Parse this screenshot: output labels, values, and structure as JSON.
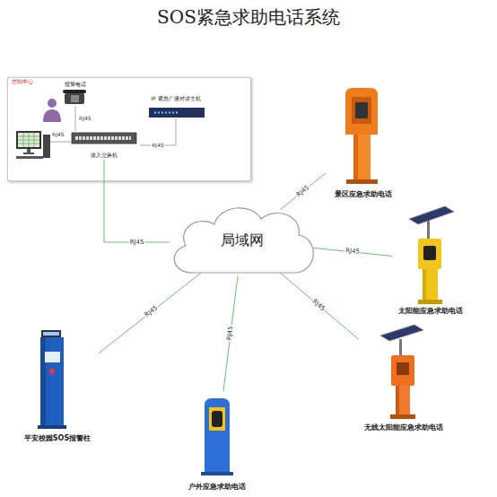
{
  "diagram": {
    "title": "SOS紧急求助电话系统",
    "nodes": [
      {
        "text": [
          "控制中心"
        ]
      },
      {
        "text": [
          "报警电话"
        ],
        "in": 0
      },
      {
        "text": [
          "IP 紧急广播对讲主机"
        ],
        "in": 0
      },
      {
        "text": [
          "接入交换机"
        ],
        "in": 0
      },
      {
        "text": [
          "局域网"
        ]
      },
      {
        "text": [
          "景区应急求助电话"
        ]
      },
      {
        "text": [
          "太阳能应急求助电话"
        ]
      },
      {
        "text": [
          "无线太阳能应急求助电话"
        ]
      },
      {
        "text": [
          "户外应急求助电话"
        ]
      },
      {
        "text": [
          "平安校园SOS报警柱"
        ]
      }
    ],
    "edges": [
      {
        "from": 1,
        "to": 3,
        "label": "RJ45",
        "arrow": "none"
      },
      {
        "from": 2,
        "to": 3,
        "label": "RJ45",
        "arrow": "none"
      },
      {
        "from": 3,
        "to": 4,
        "label": "RJ45",
        "arrow": "none"
      },
      {
        "from": 4,
        "to": 5,
        "label": "RJ45",
        "arrow": "none"
      },
      {
        "from": 4,
        "to": 6,
        "label": "RJ45",
        "arrow": "none"
      },
      {
        "from": 4,
        "to": 7,
        "label": "RJ45",
        "arrow": "none"
      },
      {
        "from": 4,
        "to": 8,
        "label": "RJ45",
        "arrow": "none"
      },
      {
        "from": 4,
        "to": 9,
        "label": "RJ45",
        "arrow": "none"
      }
    ],
    "labels": [
      "RJ45"
    ]
  }
}
